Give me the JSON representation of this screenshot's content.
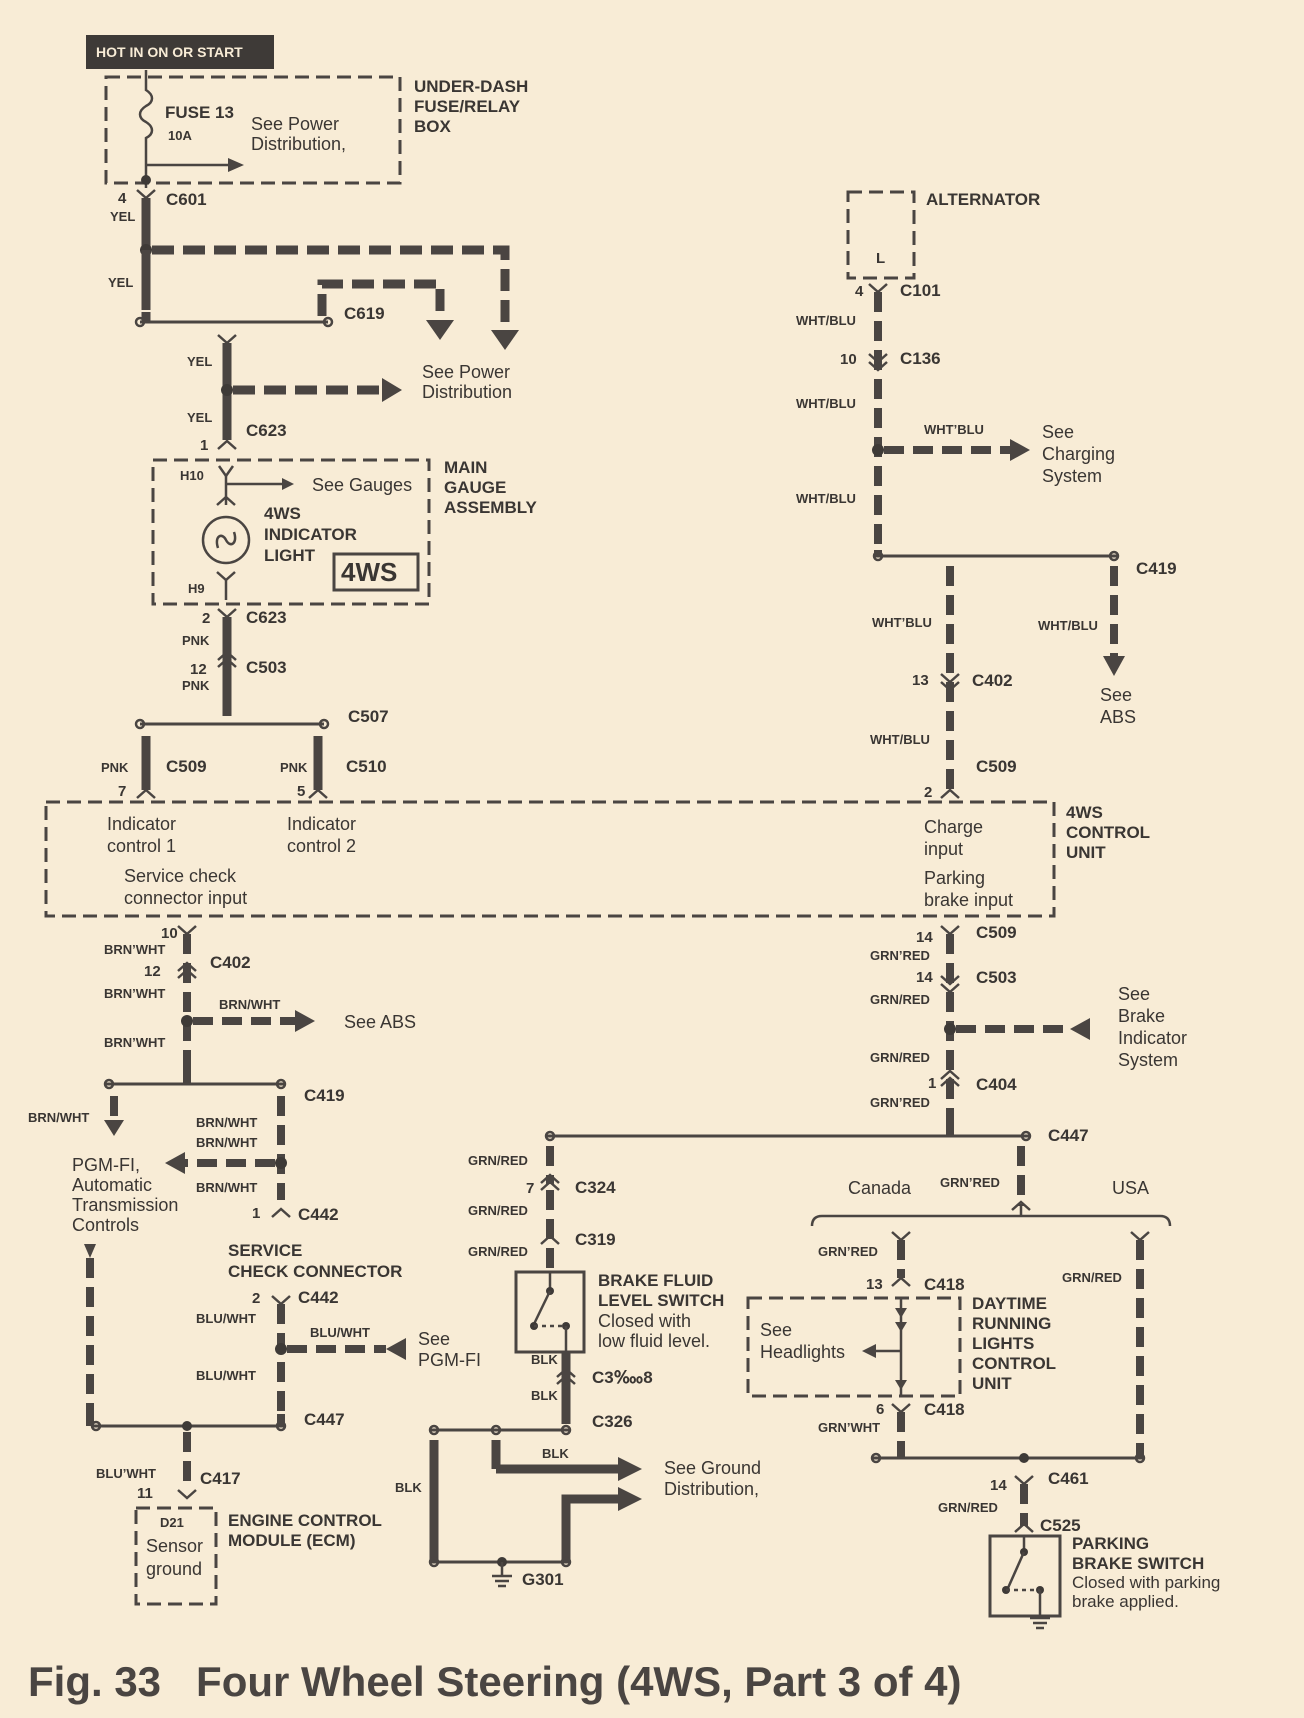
{
  "header": {
    "hot_label": "HOT IN ON OR START"
  },
  "fuse_box": {
    "fuse": "FUSE 13",
    "rating": "10A",
    "note_1": "See Power",
    "note_2": "Distribution,",
    "title_1": "UNDER-DASH",
    "title_2": "FUSE/RELAY",
    "title_3": "BOX"
  },
  "connectors": {
    "c601": "C601",
    "c619": "C619",
    "c623": "C623",
    "c503": "C503",
    "c507": "C507",
    "c509": "C509",
    "c510": "C510",
    "c402": "C402",
    "c419": "C419",
    "c442": "C442",
    "c447": "C447",
    "c417": "C417",
    "c101": "C101",
    "c136": "C136",
    "c404": "C404",
    "c324": "C324",
    "c319": "C319",
    "c318": "C3‱8",
    "c326": "C326",
    "c418": "C418",
    "c461": "C461",
    "c525": "C525",
    "g301": "G301"
  },
  "pins": {
    "p4": "4",
    "p1": "1",
    "h10": "H10",
    "h9": "H9",
    "p2": "2",
    "p12": "12",
    "p7": "7",
    "p5": "5",
    "p10": "10",
    "p11": "11",
    "p13": "13",
    "p14": "14",
    "p6": "6",
    "l": "L",
    "d21": "D21"
  },
  "wire_colors": {
    "yel": "YEL",
    "pnk": "PNK",
    "brn_wht": "BRN/WHT",
    "brn_wht_b": "BRN’WHT",
    "blu_wht": "BLU/WHT",
    "blu_wht_b": "BLU’WHT",
    "wht_blu": "WHT/BLU",
    "wht_blu_b": "WHT’BLU",
    "grn_red": "GRN/RED",
    "grn_red_b": "GRN’RED",
    "grn_wht": "GRN’WHT",
    "blk": "BLK"
  },
  "left_refs": {
    "power_1": "See Power",
    "power_2": "Distribution",
    "gauges": "See Gauges",
    "abs": "See ABS",
    "pgmfi_1": "PGM-FI,",
    "pgmfi_2": "Automatic",
    "pgmfi_3": "Transmission",
    "pgmfi_4": "Controls",
    "see_pgmfi_1": "See",
    "see_pgmfi_2": "PGM-FI"
  },
  "gauge": {
    "title_1": "MAIN",
    "title_2": "GAUGE",
    "title_3": "ASSEMBLY",
    "ind_1": "4WS",
    "ind_2": "INDICATOR",
    "ind_3": "LIGHT",
    "badge": "4WS"
  },
  "control_unit": {
    "title_1": "4WS",
    "title_2": "CONTROL",
    "title_3": "UNIT",
    "ind1_a": "Indicator",
    "ind1_b": "control 1",
    "ind2_a": "Indicator",
    "ind2_b": "control 2",
    "svc_a": "Service check",
    "svc_b": "connector input",
    "chg_a": "Charge",
    "chg_b": "input",
    "pk_a": "Parking",
    "pk_b": "brake input"
  },
  "service_check": {
    "line_1": "SERVICE",
    "line_2": "CHECK CONNECTOR"
  },
  "ecm": {
    "sensor_1": "Sensor",
    "sensor_2": "ground",
    "title_1": "ENGINE CONTROL",
    "title_2": "MODULE (ECM)"
  },
  "alternator": {
    "title": "ALTERNATOR"
  },
  "right_refs": {
    "charging_1": "See",
    "charging_2": "Charging",
    "charging_3": "System",
    "abs_1": "See",
    "abs_2": "ABS",
    "brake_1": "See",
    "brake_2": "Brake",
    "brake_3": "Indicator",
    "brake_4": "System",
    "ground_1": "See Ground",
    "ground_2": "Distribution,",
    "headlights_1": "See",
    "headlights_2": "Headlights"
  },
  "brake_fluid": {
    "t1": "BRAKE FLUID",
    "t2": "LEVEL SWITCH",
    "n1": "Closed with",
    "n2": "low fluid level."
  },
  "drl": {
    "t1": "DAYTIME",
    "t2": "RUNNING",
    "t3": "LIGHTS",
    "t4": "CONTROL",
    "t5": "UNIT"
  },
  "regions": {
    "canada": "Canada",
    "usa": "USA"
  },
  "parking_brake": {
    "t1": "PARKING",
    "t2": "BRAKE SWITCH",
    "n1": "Closed with parking",
    "n2": "brake applied."
  },
  "caption": "Fig. 33   Four Wheel Steering (4WS, Part 3 of 4)"
}
